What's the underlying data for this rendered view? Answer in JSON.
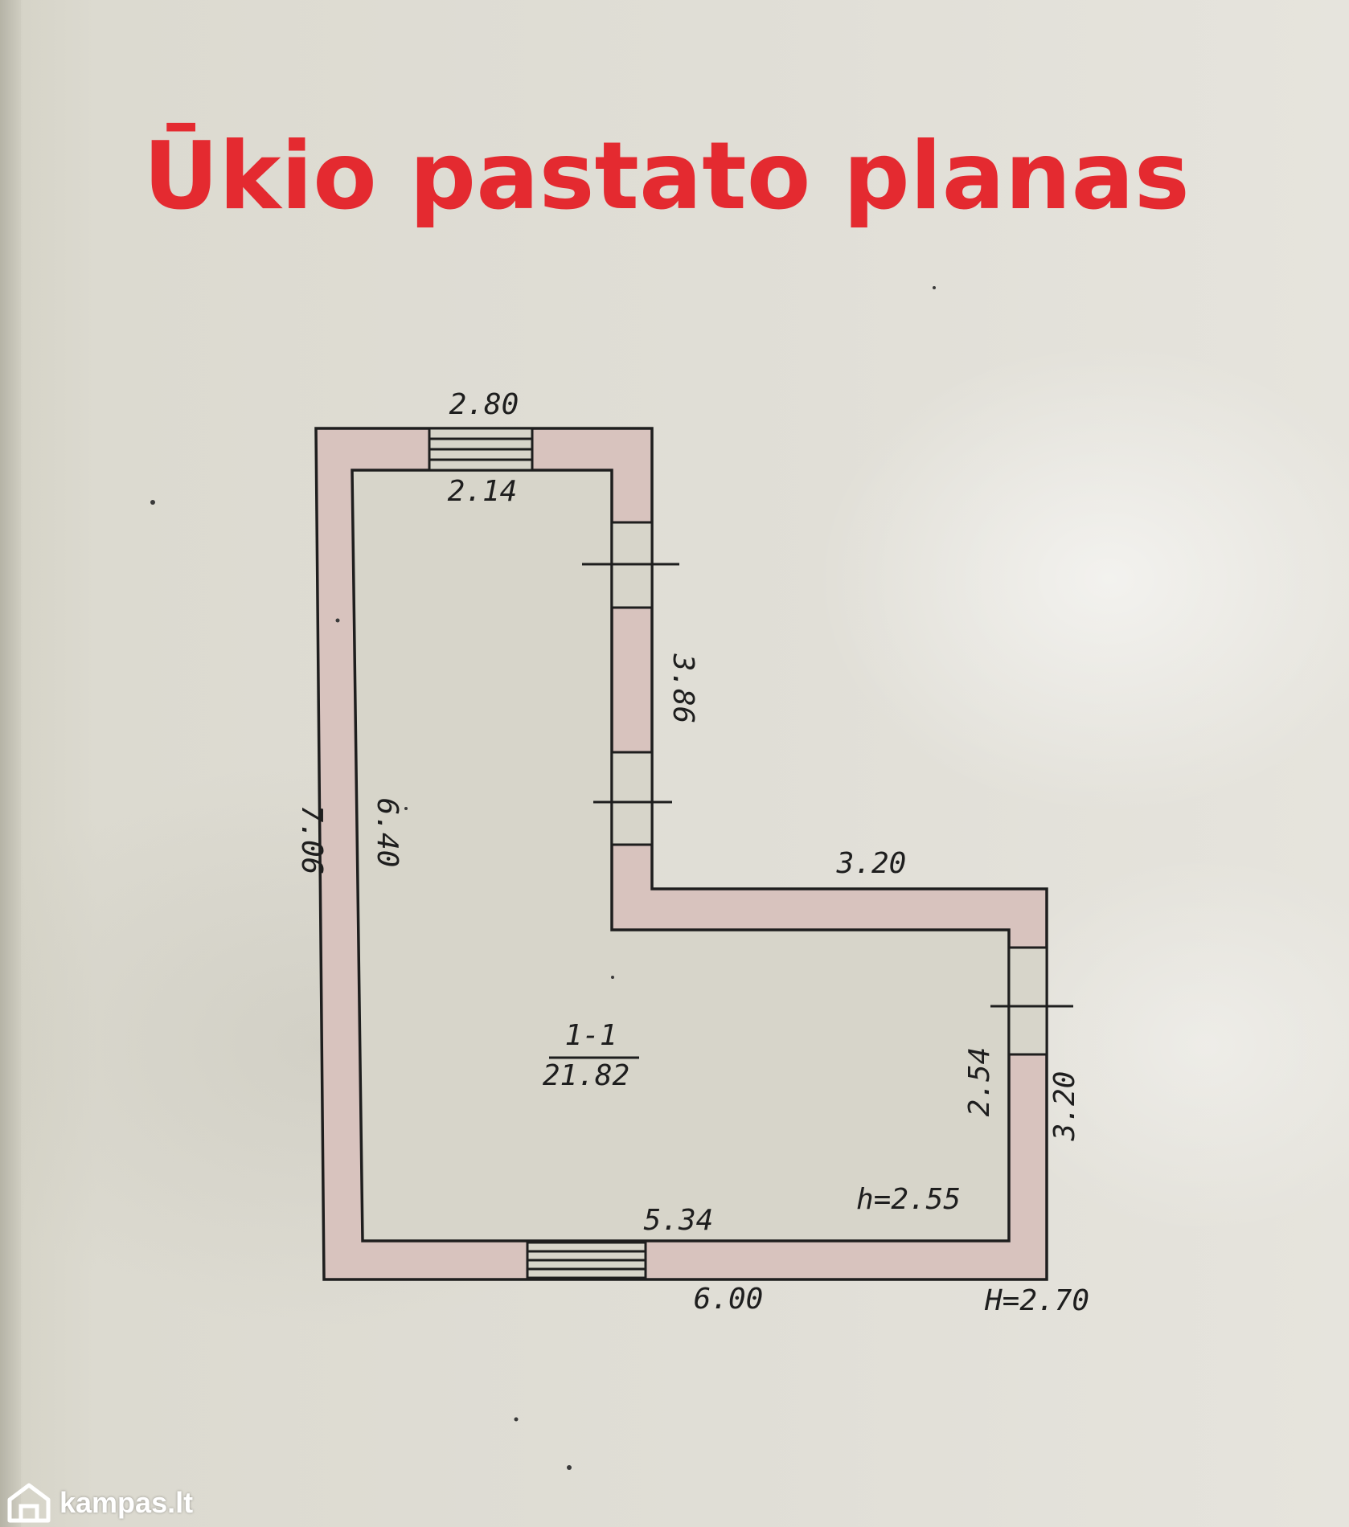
{
  "title": "Ūkio pastato planas",
  "plan": {
    "dimensions": {
      "top_outer": "2.80",
      "top_inner": "2.14",
      "right_upper": "3.86",
      "step_outer": "3.20",
      "left_outer": "7.06",
      "left_inner": "6.40",
      "right_lower_inner": "2.54",
      "right_lower_outer": "3.20",
      "bottom_inner": "5.34",
      "bottom_outer": "6.00",
      "room_height": "h=2.55",
      "building_height": "H=2.70"
    },
    "room": {
      "number": "1-1",
      "area": "21.82"
    }
  },
  "watermark": {
    "text": "kampas.lt",
    "icon": "house-icon"
  },
  "colors": {
    "title": "#e42a30",
    "wall_fill": "#d8c3be",
    "line": "#1e1e1e",
    "paper": "#dddbd1"
  }
}
